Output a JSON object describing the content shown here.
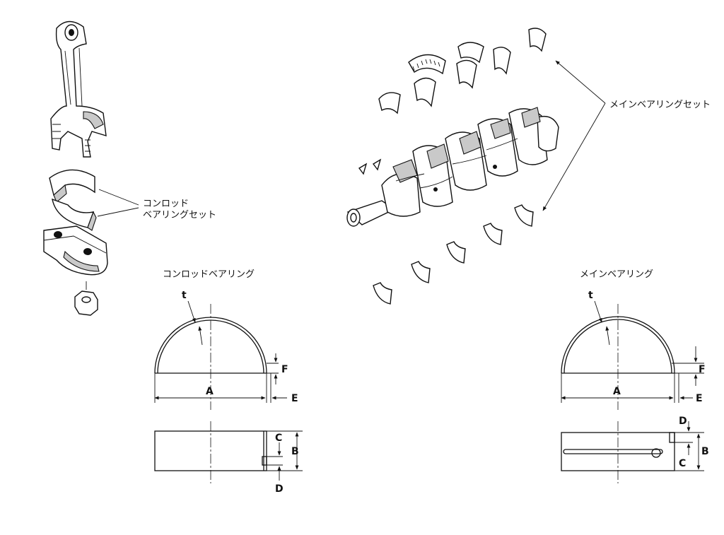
{
  "labels": {
    "main_bearing_set": "メインベアリングセット",
    "conrod_bearing_set_line1": "コンロッド",
    "conrod_bearing_set_line2": "ベアリングセット",
    "conrod_bearing_title": "コンロッドベアリング",
    "main_bearing_title": "メインベアリング"
  },
  "dimension_letters": {
    "t": "t",
    "A": "A",
    "B": "B",
    "C": "C",
    "D": "D",
    "E": "E",
    "F": "F"
  }
}
